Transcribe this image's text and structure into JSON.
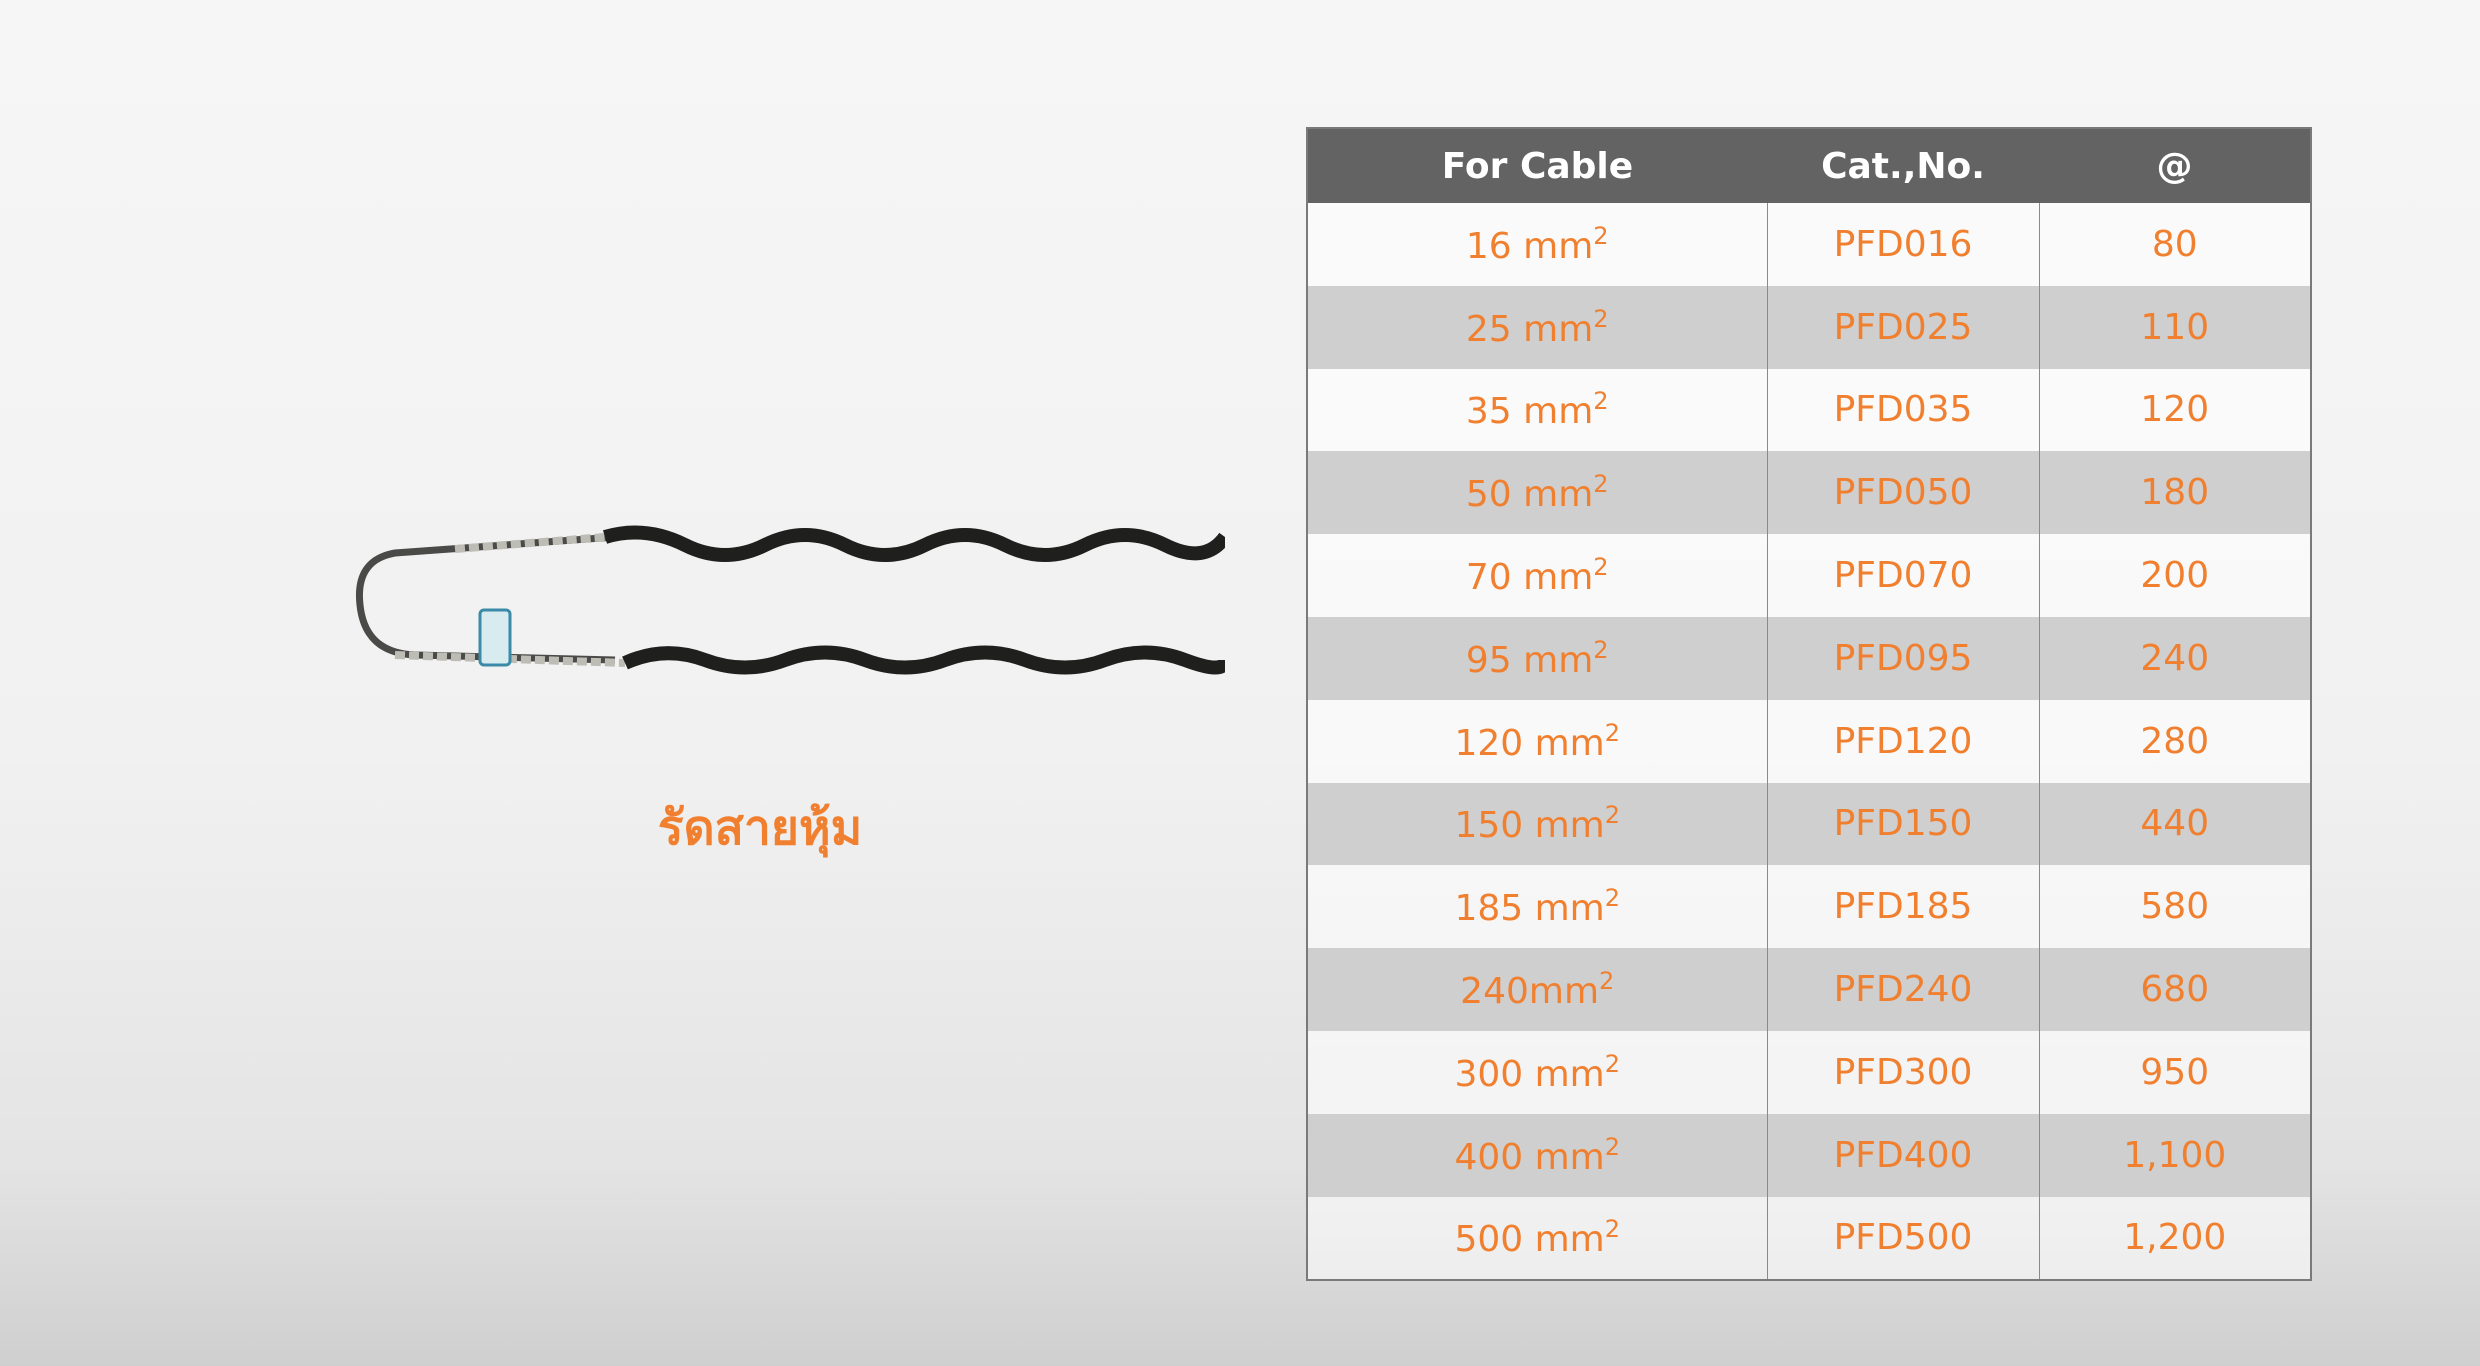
{
  "product": {
    "title": "รัดสายหุ้ม",
    "image": "preformed-dead-end-grip"
  },
  "table": {
    "headers": [
      "For Cable",
      "Cat.,No.",
      "@"
    ],
    "rows": [
      {
        "size": "16 mm",
        "exp": "2",
        "cat": "PFD016",
        "price": "80"
      },
      {
        "size": "25 mm",
        "exp": "2",
        "cat": "PFD025",
        "price": "110"
      },
      {
        "size": "35 mm",
        "exp": "2",
        "cat": "PFD035",
        "price": "120"
      },
      {
        "size": "50 mm",
        "exp": "2",
        "cat": "PFD050",
        "price": "180"
      },
      {
        "size": "70 mm",
        "exp": "2",
        "cat": "PFD070",
        "price": "200"
      },
      {
        "size": "95 mm",
        "exp": "2",
        "cat": "PFD095",
        "price": "240"
      },
      {
        "size": "120 mm",
        "exp": "2",
        "cat": "PFD120",
        "price": "280"
      },
      {
        "size": "150 mm",
        "exp": "2",
        "cat": "PFD150",
        "price": "440"
      },
      {
        "size": "185 mm",
        "exp": "2",
        "cat": "PFD185",
        "price": "580"
      },
      {
        "size": "240mm",
        "exp": "2",
        "cat": "PFD240",
        "price": "680"
      },
      {
        "size": "300 mm",
        "exp": "2",
        "cat": "PFD300",
        "price": "950"
      },
      {
        "size": "400 mm",
        "exp": "2",
        "cat": "PFD400",
        "price": "1,100"
      },
      {
        "size": "500 mm",
        "exp": "2",
        "cat": "PFD500",
        "price": "1,200"
      }
    ]
  },
  "colors": {
    "accent": "#f0802f",
    "header": "#636363"
  }
}
